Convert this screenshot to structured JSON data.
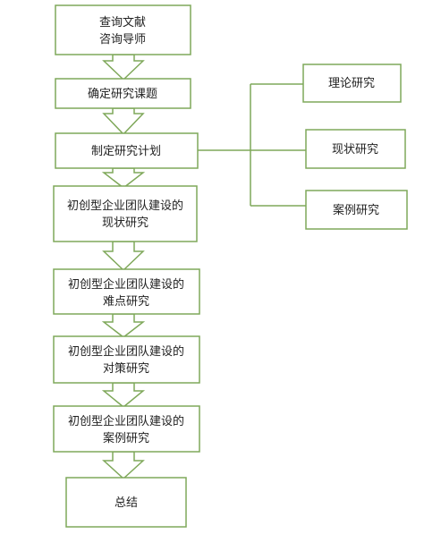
{
  "colors": {
    "stroke": "#7fa85a",
    "fill": "#ffffff",
    "text": "#222222"
  },
  "flow": [
    {
      "id": "step-1",
      "lines": [
        "查询文献",
        "咨询导师"
      ]
    },
    {
      "id": "step-2",
      "lines": [
        "确定研究课题"
      ]
    },
    {
      "id": "step-3",
      "lines": [
        "制定研究计划"
      ]
    },
    {
      "id": "step-4",
      "lines": [
        "初创型企业团队建设的",
        "现状研究"
      ]
    },
    {
      "id": "step-5",
      "lines": [
        "初创型企业团队建设的",
        "难点研究"
      ]
    },
    {
      "id": "step-6",
      "lines": [
        "初创型企业团队建设的",
        "对策研究"
      ]
    },
    {
      "id": "step-7",
      "lines": [
        "初创型企业团队建设的",
        "案例研究"
      ]
    },
    {
      "id": "step-8",
      "lines": [
        "总结"
      ]
    }
  ],
  "branches": [
    {
      "id": "branch-1",
      "label": "理论研究"
    },
    {
      "id": "branch-2",
      "label": "现状研究"
    },
    {
      "id": "branch-3",
      "label": "案例研究"
    }
  ]
}
